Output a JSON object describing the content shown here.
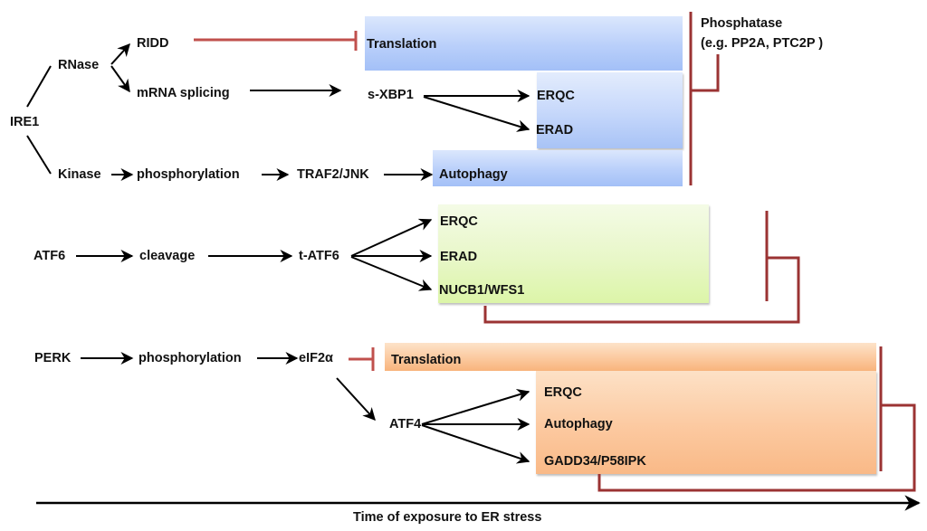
{
  "colors": {
    "inhibit_red": "#c0504d",
    "bracket_red": "#9b3333",
    "arrow_black": "#000000",
    "ire1_box_blue": "#b9cffa",
    "atf6_box_green": "#e4f6bf",
    "perk_box_orange": "#fbc79b"
  },
  "ire1_pathway": {
    "root": "IRE1",
    "rnase": "RNase",
    "ridd": "RIDD",
    "mrna_splicing": "mRNA splicing",
    "sxbp1": "s-XBP1",
    "kinase": "Kinase",
    "phosphorylation": "phosphorylation",
    "traf2_jnk": "TRAF2/JNK",
    "translation": "Translation",
    "erqc": "ERQC",
    "erad": "ERAD",
    "autophagy": "Autophagy"
  },
  "phosphatase": {
    "line1": "Phosphatase",
    "line2": "(e.g. PP2A, PTC2P )"
  },
  "atf6_pathway": {
    "root": "ATF6",
    "cleavage": "cleavage",
    "t_atf6": "t-ATF6",
    "erqc": "ERQC",
    "erad": "ERAD",
    "nucb1_wfs1": "NUCB1/WFS1"
  },
  "perk_pathway": {
    "root": "PERK",
    "phosphorylation": "phosphorylation",
    "eif2a": "eIF2α",
    "translation": "Translation",
    "atf4": "ATF4",
    "erqc": "ERQC",
    "autophagy": "Autophagy",
    "gadd34": "GADD34/P58IPK"
  },
  "time_axis": {
    "label": "Time of exposure to ER stress"
  }
}
